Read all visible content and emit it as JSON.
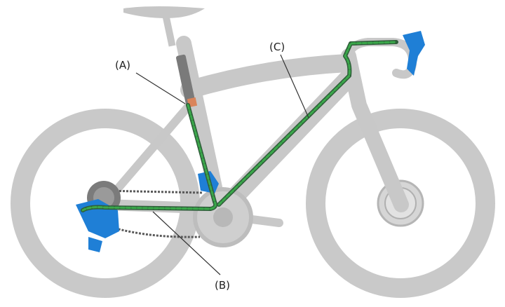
{
  "labels": {
    "a": "(A)",
    "b": "(B)",
    "c": "(C)"
  },
  "colors": {
    "frame": "#c8c8c8",
    "tire": "#c9c9c9",
    "component_blue": "#1f7fd6",
    "cable_green": "#3aa84a",
    "cable_dark": "#2f5f3a",
    "chain": "#5a5a5a",
    "battery": "#7a7a7a",
    "battery_contact": "#d9845a",
    "leader_line": "#333333"
  },
  "icons": {
    "bicycle": "bicycle-icon"
  }
}
